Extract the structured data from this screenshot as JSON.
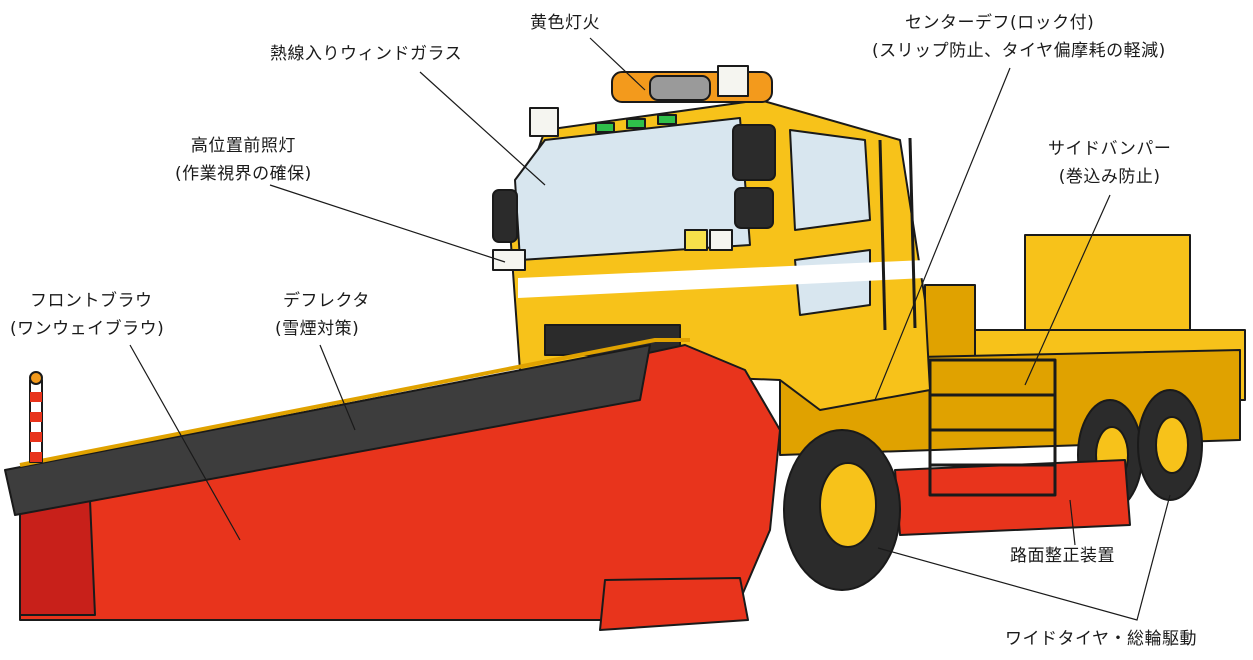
{
  "diagram": {
    "labels": {
      "amber_light": {
        "lines": [
          "黄色灯火"
        ]
      },
      "heated_windshield": {
        "lines": [
          "熱線入りウィンドガラス"
        ]
      },
      "center_diff": {
        "lines": [
          "センターデフ(ロック付)",
          "(スリップ防止、タイヤ偏摩耗の軽減)"
        ]
      },
      "high_headlight": {
        "lines": [
          "高位置前照灯",
          "(作業視界の確保)"
        ]
      },
      "side_bumper": {
        "lines": [
          "サイドバンパー",
          "(巻込み防止)"
        ]
      },
      "front_plow": {
        "lines": [
          "フロントブラウ",
          "(ワンウェイブラウ)"
        ]
      },
      "deflector": {
        "lines": [
          "デフレクタ",
          "(雪煙対策)"
        ]
      },
      "road_leveler": {
        "lines": [
          "路面整正装置"
        ]
      },
      "wide_tires": {
        "lines": [
          "ワイドタイヤ・総輪駆動"
        ]
      }
    },
    "colors": {
      "body_yellow": "#f7c21a",
      "body_yellow_dark": "#e0a200",
      "plow_red": "#e8341c",
      "plow_red_dark": "#c8201a",
      "deflector_gray": "#3d3d3d",
      "tire_black": "#2b2b2b",
      "glass": "#d8e6ef",
      "lamp_green": "#2fbf4a",
      "lamp_orange": "#f39a1c",
      "outline": "#1a1a1a"
    }
  }
}
